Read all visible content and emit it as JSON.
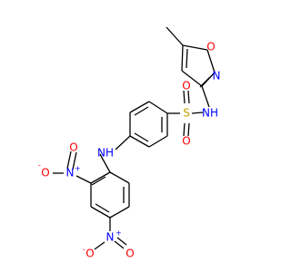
{
  "colors": {
    "bond": "#000000",
    "nitrogen": "#0000ff",
    "oxygen": "#ff0000",
    "sulfur": "#c8a000",
    "carbon": "#000000"
  },
  "atoms": {
    "isoxazole_O": {
      "text": "O",
      "element": "oxygen"
    },
    "isoxazole_N": {
      "text": "N",
      "element": "nitrogen"
    },
    "sulfonamide_NH": {
      "text": "NH",
      "element": "nitrogen"
    },
    "sulfonyl_S": {
      "text": "S",
      "element": "sulfur"
    },
    "sulfonyl_O_top": {
      "text": "O",
      "element": "oxygen"
    },
    "sulfonyl_O_bottom": {
      "text": "O",
      "element": "oxygen"
    },
    "amine_NH": {
      "text": "NH",
      "element": "nitrogen"
    },
    "nitro1_N": {
      "text": "N",
      "element": "nitrogen"
    },
    "nitro1_N_charge": {
      "text": "+",
      "element": "nitrogen"
    },
    "nitro1_O_double": {
      "text": "O",
      "element": "oxygen"
    },
    "nitro1_O_single": {
      "text": "O",
      "element": "oxygen"
    },
    "nitro1_O_charge": {
      "text": "-",
      "element": "oxygen"
    },
    "nitro2_N": {
      "text": "N",
      "element": "nitrogen"
    },
    "nitro2_N_charge": {
      "text": "+",
      "element": "nitrogen"
    },
    "nitro2_O_double": {
      "text": "O",
      "element": "oxygen"
    },
    "nitro2_O_single": {
      "text": "O",
      "element": "oxygen"
    },
    "nitro2_O_charge": {
      "text": "-",
      "element": "oxygen"
    }
  }
}
